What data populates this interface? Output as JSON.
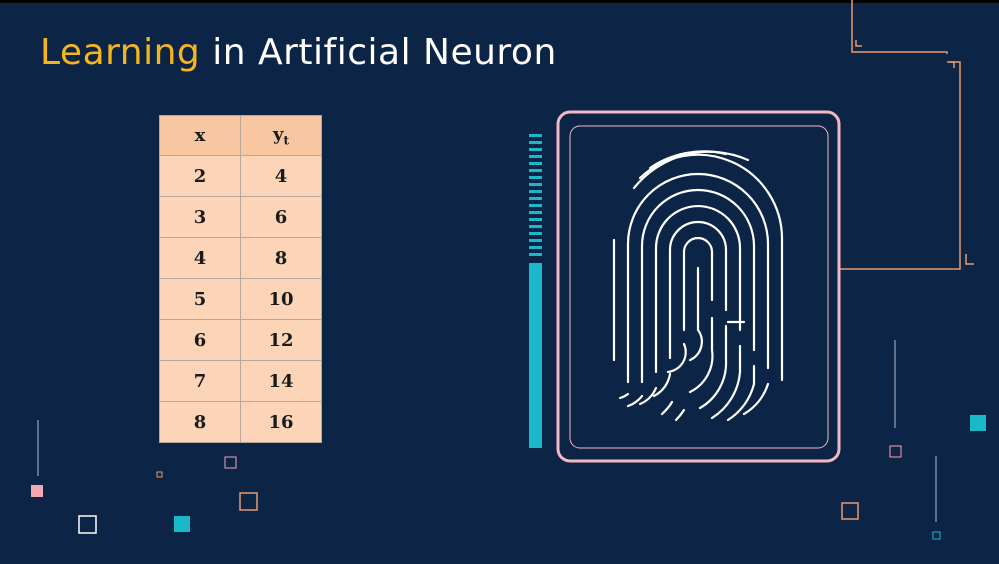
{
  "title": {
    "highlight": "Learning",
    "rest": " in Artificial Neuron"
  },
  "table": {
    "headers": {
      "x": "x",
      "y": "y",
      "y_sub": "t"
    },
    "rows": [
      {
        "x": "2",
        "y": "4"
      },
      {
        "x": "3",
        "y": "6"
      },
      {
        "x": "4",
        "y": "8"
      },
      {
        "x": "5",
        "y": "10"
      },
      {
        "x": "6",
        "y": "12"
      },
      {
        "x": "7",
        "y": "14"
      },
      {
        "x": "8",
        "y": "16"
      }
    ]
  },
  "icons": {
    "fingerprint": "fingerprint-icon"
  },
  "colors": {
    "background": "#0c2446",
    "title_highlight": "#f5b51c",
    "table_fill": "#fcd4b8",
    "accent_cyan": "#1ab8c8",
    "frame_pink": "#f4b8c4",
    "circuit_orange": "#e89a6a"
  }
}
